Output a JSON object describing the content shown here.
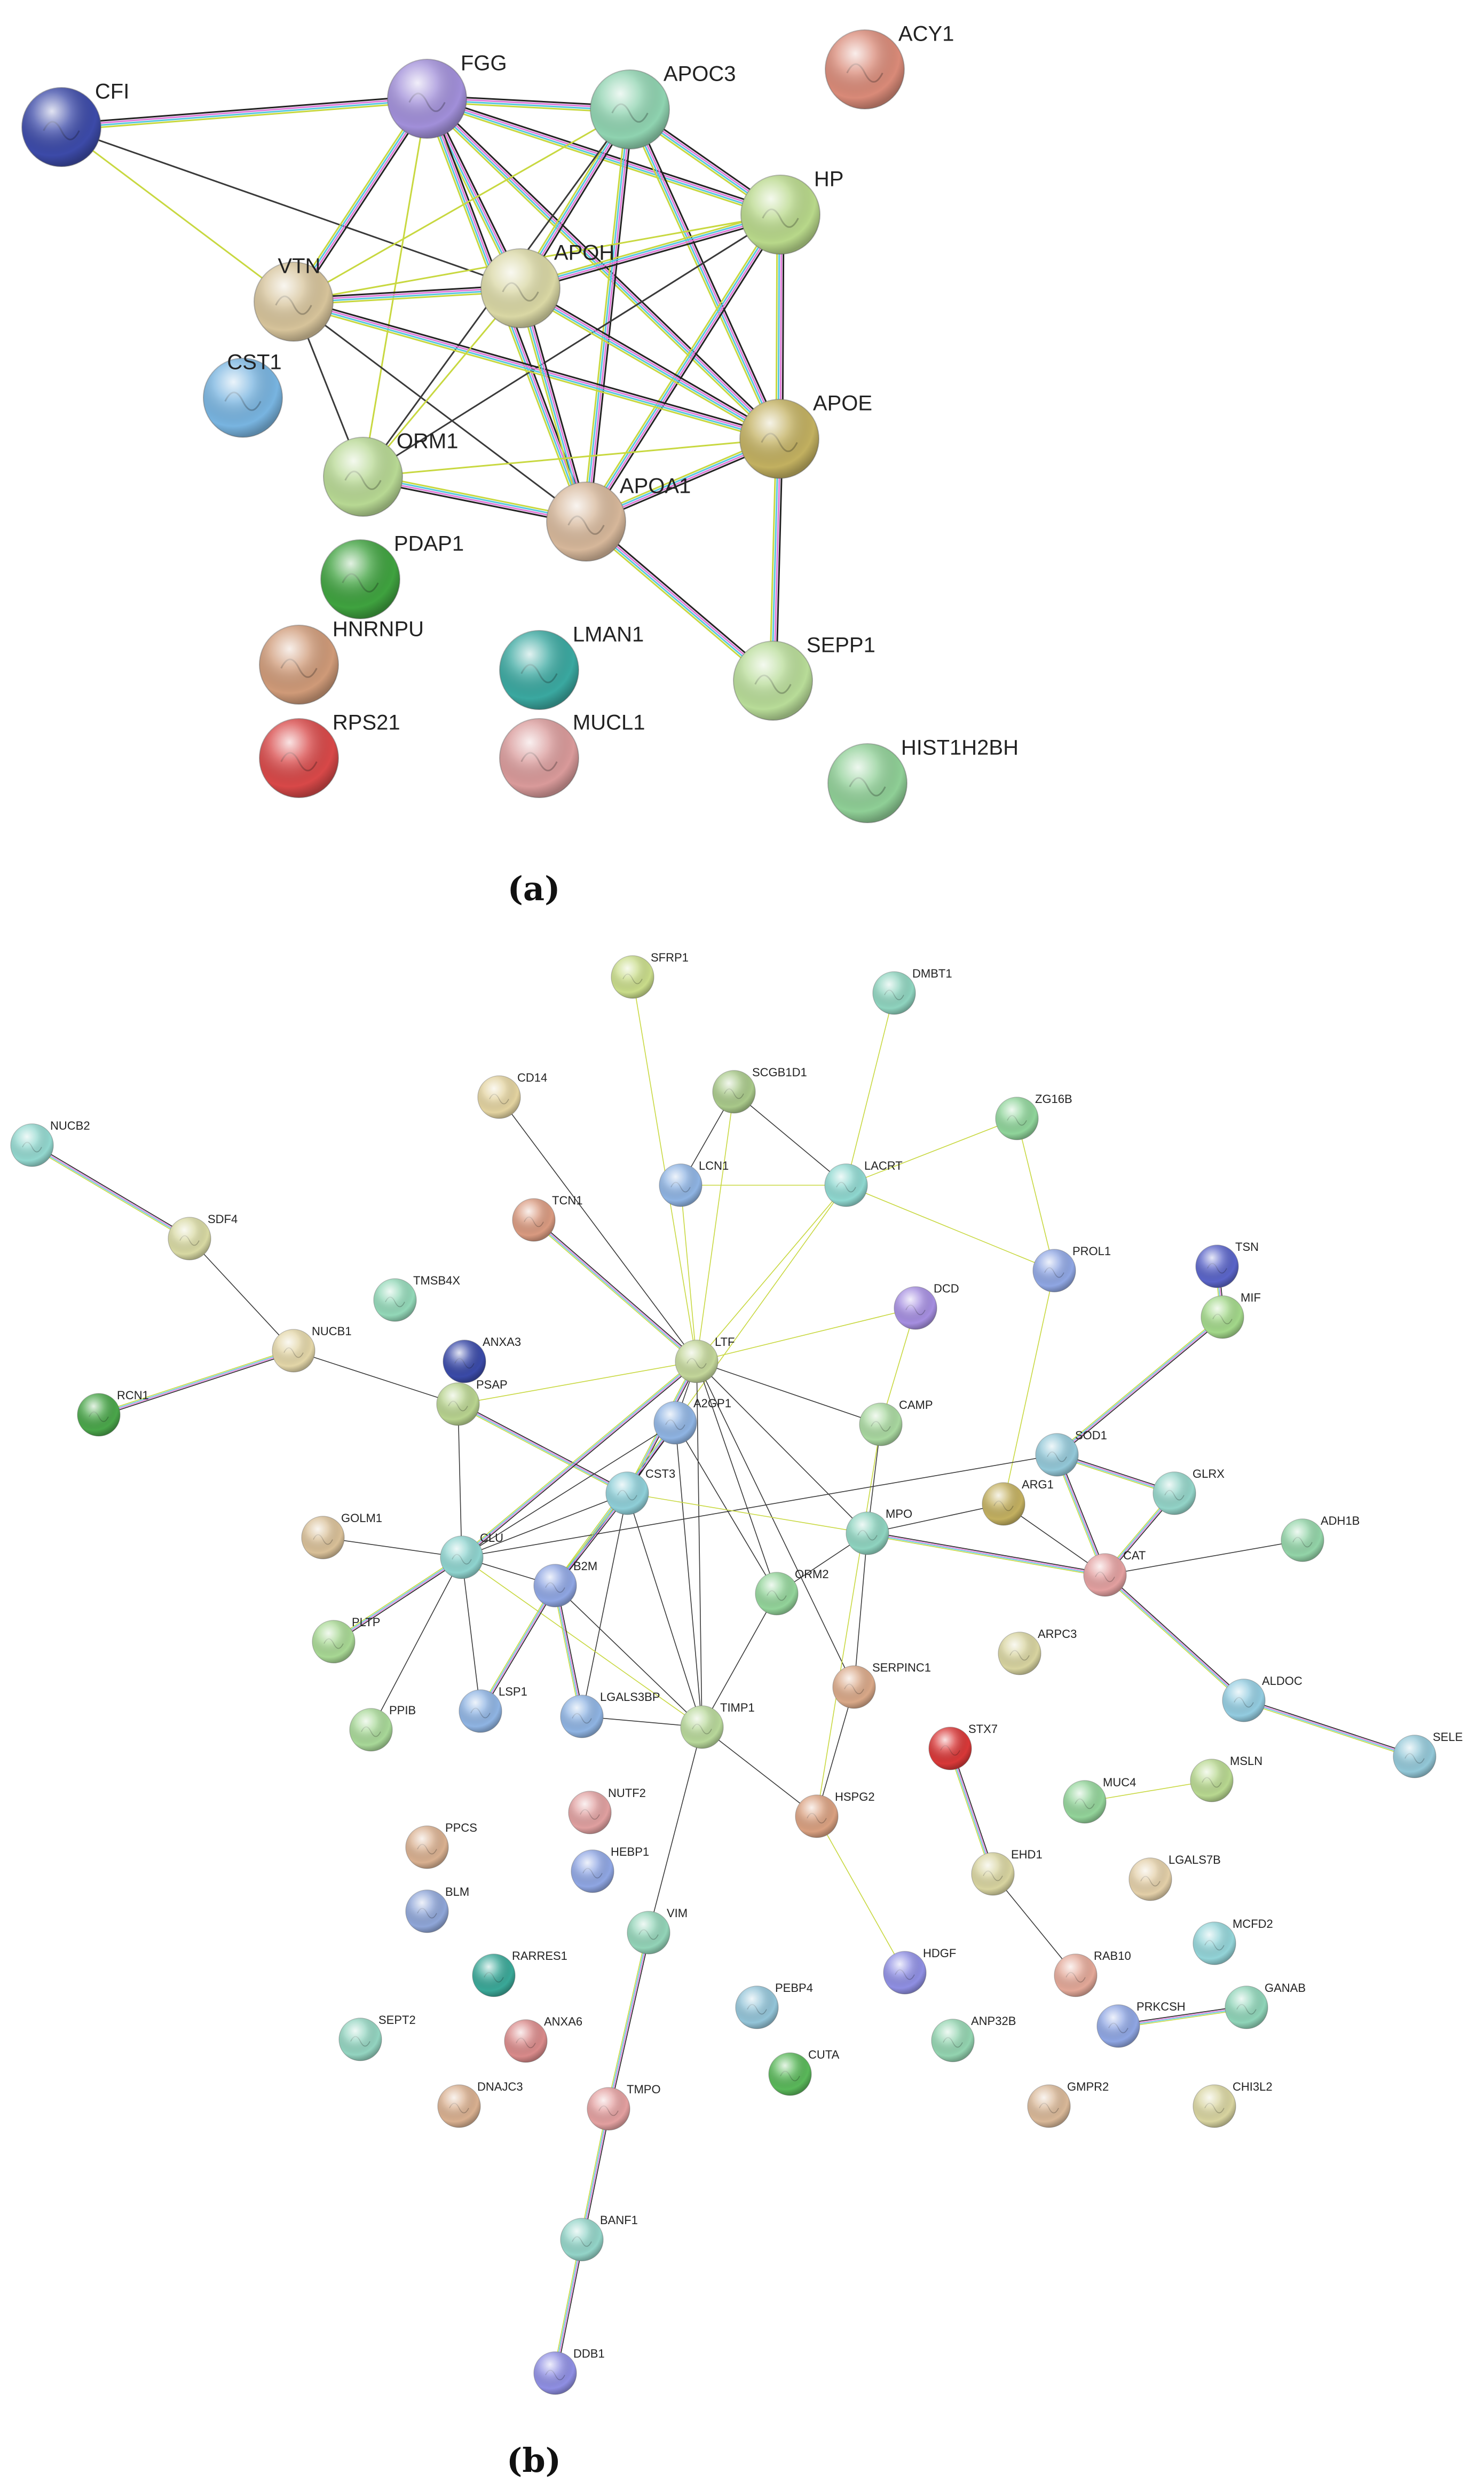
{
  "panels": [
    {
      "id": "a",
      "caption": "(a)",
      "node_radius": 74,
      "nodes": [
        {
          "id": "CFI",
          "label": "CFI",
          "color": "#3c4aa8"
        },
        {
          "id": "FGG",
          "label": "FGG",
          "color": "#a18fd9"
        },
        {
          "id": "APOC3",
          "label": "APOC3",
          "color": "#8fd3b0"
        },
        {
          "id": "ACY1",
          "label": "ACY1",
          "color": "#d98a78"
        },
        {
          "id": "HP",
          "label": "HP",
          "color": "#b8d88a"
        },
        {
          "id": "VTN",
          "label": "VTN",
          "color": "#d6c39a"
        },
        {
          "id": "APOH",
          "label": "APOH",
          "color": "#d9d7a4"
        },
        {
          "id": "CST1",
          "label": "CST1",
          "color": "#78b4e0"
        },
        {
          "id": "APOE",
          "label": "APOE",
          "color": "#c2b060"
        },
        {
          "id": "ORM1",
          "label": "ORM1",
          "color": "#b7d893"
        },
        {
          "id": "APOA1",
          "label": "APOA1",
          "color": "#d6b79a"
        },
        {
          "id": "PDAP1",
          "label": "PDAP1",
          "color": "#3fa23f"
        },
        {
          "id": "HNRNPU",
          "label": "HNRNPU",
          "color": "#cf9a78"
        },
        {
          "id": "LMAN1",
          "label": "LMAN1",
          "color": "#3aa8a0"
        },
        {
          "id": "SEPP1",
          "label": "SEPP1",
          "color": "#b8dc98"
        },
        {
          "id": "RPS21",
          "label": "RPS21",
          "color": "#d84848"
        },
        {
          "id": "MUCL1",
          "label": "MUCL1",
          "color": "#d99a9a"
        },
        {
          "id": "HIST1H2BH",
          "label": "HIST1H2BH",
          "color": "#8fcf96"
        }
      ],
      "edges": [
        [
          "CFI",
          "FGG",
          "multi"
        ],
        [
          "CFI",
          "VTN",
          "yellow"
        ],
        [
          "CFI",
          "APOH",
          "black"
        ],
        [
          "FGG",
          "APOC3",
          "multi"
        ],
        [
          "FGG",
          "HP",
          "multi"
        ],
        [
          "FGG",
          "VTN",
          "multi"
        ],
        [
          "FGG",
          "APOH",
          "multi"
        ],
        [
          "FGG",
          "APOE",
          "multi"
        ],
        [
          "FGG",
          "APOA1",
          "multi"
        ],
        [
          "FGG",
          "ORM1",
          "yellow"
        ],
        [
          "APOC3",
          "HP",
          "multi"
        ],
        [
          "APOC3",
          "APOH",
          "multi"
        ],
        [
          "APOC3",
          "APOE",
          "multi"
        ],
        [
          "APOC3",
          "APOA1",
          "multi"
        ],
        [
          "APOC3",
          "VTN",
          "yellow"
        ],
        [
          "APOC3",
          "ORM1",
          "black"
        ],
        [
          "HP",
          "APOH",
          "multi"
        ],
        [
          "HP",
          "APOE",
          "multi"
        ],
        [
          "HP",
          "APOA1",
          "multi"
        ],
        [
          "HP",
          "VTN",
          "yellow"
        ],
        [
          "HP",
          "ORM1",
          "black"
        ],
        [
          "VTN",
          "APOH",
          "multi"
        ],
        [
          "VTN",
          "APOE",
          "multi"
        ],
        [
          "VTN",
          "APOA1",
          "black"
        ],
        [
          "VTN",
          "ORM1",
          "black"
        ],
        [
          "APOH",
          "APOE",
          "multi"
        ],
        [
          "APOH",
          "APOA1",
          "multi"
        ],
        [
          "APOH",
          "ORM1",
          "yellow"
        ],
        [
          "APOE",
          "APOA1",
          "multi"
        ],
        [
          "APOE",
          "SEPP1",
          "multi"
        ],
        [
          "APOE",
          "ORM1",
          "yellow"
        ],
        [
          "APOA1",
          "ORM1",
          "multi"
        ],
        [
          "APOA1",
          "SEPP1",
          "multi"
        ]
      ]
    },
    {
      "id": "b",
      "caption": "(b)",
      "node_radius": 40,
      "nodes": [
        {
          "id": "SFRP1",
          "label": "SFRP1",
          "color": "#c9dc8a"
        },
        {
          "id": "DMBT1",
          "label": "DMBT1",
          "color": "#8fd4bf"
        },
        {
          "id": "CD14",
          "label": "CD14",
          "color": "#e3d3a0"
        },
        {
          "id": "SCGB1D1",
          "label": "SCGB1D1",
          "color": "#a9c98a"
        },
        {
          "id": "ZG16B",
          "label": "ZG16B",
          "color": "#8fd49a"
        },
        {
          "id": "NUCB2",
          "label": "NUCB2",
          "color": "#93d8cf"
        },
        {
          "id": "LCN1",
          "label": "LCN1",
          "color": "#8fb4e3"
        },
        {
          "id": "LACRT",
          "label": "LACRT",
          "color": "#8fd8d0"
        },
        {
          "id": "TCN1",
          "label": "TCN1",
          "color": "#d99a80"
        },
        {
          "id": "SDF4",
          "label": "SDF4",
          "color": "#d8d9a3"
        },
        {
          "id": "PROL1",
          "label": "PROL1",
          "color": "#8fa6e3"
        },
        {
          "id": "TSN",
          "label": "TSN",
          "color": "#5a64c8"
        },
        {
          "id": "TMSB4X",
          "label": "TMSB4X",
          "color": "#93d8b8"
        },
        {
          "id": "DCD",
          "label": "DCD",
          "color": "#a58ee0"
        },
        {
          "id": "MIF",
          "label": "MIF",
          "color": "#a3d88a"
        },
        {
          "id": "NUCB1",
          "label": "NUCB1",
          "color": "#e3d6a8"
        },
        {
          "id": "ANXA3",
          "label": "ANXA3",
          "color": "#3a4aa8"
        },
        {
          "id": "LTF",
          "label": "LTF",
          "color": "#c3d69a"
        },
        {
          "id": "PSAP",
          "label": "PSAP",
          "color": "#b8d38f"
        },
        {
          "id": "RCN1",
          "label": "RCN1",
          "color": "#4aa64a"
        },
        {
          "id": "A2GP1",
          "label": "A2GP1",
          "color": "#8fb4e3"
        },
        {
          "id": "CAMP",
          "label": "CAMP",
          "color": "#a9d8a0"
        },
        {
          "id": "SOD1",
          "label": "SOD1",
          "color": "#93c8d8"
        },
        {
          "id": "CST3",
          "label": "CST3",
          "color": "#8fcfd8"
        },
        {
          "id": "ARG1",
          "label": "ARG1",
          "color": "#c3b060"
        },
        {
          "id": "GLRX",
          "label": "GLRX",
          "color": "#93d4c8"
        },
        {
          "id": "GOLM1",
          "label": "GOLM1",
          "color": "#d9c098"
        },
        {
          "id": "MPO",
          "label": "MPO",
          "color": "#8fd4c0"
        },
        {
          "id": "ADH1B",
          "label": "ADH1B",
          "color": "#93d4a8"
        },
        {
          "id": "CLU",
          "label": "CLU",
          "color": "#8fd4cf"
        },
        {
          "id": "CAT",
          "label": "CAT",
          "color": "#e3a0a0"
        },
        {
          "id": "B2M",
          "label": "B2M",
          "color": "#8fa6e3"
        },
        {
          "id": "ORM2",
          "label": "ORM2",
          "color": "#93d49a"
        },
        {
          "id": "PLTP",
          "label": "PLTP",
          "color": "#a8d894"
        },
        {
          "id": "ARPC3",
          "label": "ARPC3",
          "color": "#d8d4a0"
        },
        {
          "id": "SERPINC1",
          "label": "SERPINC1",
          "color": "#d9a888"
        },
        {
          "id": "ALDOC",
          "label": "ALDOC",
          "color": "#93cce0"
        },
        {
          "id": "LSP1",
          "label": "LSP1",
          "color": "#8fb4e3"
        },
        {
          "id": "PPIB",
          "label": "PPIB",
          "color": "#a8d898"
        },
        {
          "id": "LGALS3BP",
          "label": "LGALS3BP",
          "color": "#8fb4e3"
        },
        {
          "id": "TIMP1",
          "label": "TIMP1",
          "color": "#b8d89a"
        },
        {
          "id": "STX7",
          "label": "STX7",
          "color": "#d83838"
        },
        {
          "id": "SELE",
          "label": "SELE",
          "color": "#93c8d8"
        },
        {
          "id": "MSLN",
          "label": "MSLN",
          "color": "#b8d890"
        },
        {
          "id": "MUC4",
          "label": "MUC4",
          "color": "#93d49a"
        },
        {
          "id": "NUTF2",
          "label": "NUTF2",
          "color": "#e0a0a0"
        },
        {
          "id": "HSPG2",
          "label": "HSPG2",
          "color": "#d9a080"
        },
        {
          "id": "PPCS",
          "label": "PPCS",
          "color": "#d9b090"
        },
        {
          "id": "HEBP1",
          "label": "HEBP1",
          "color": "#8fa6e3"
        },
        {
          "id": "EHD1",
          "label": "EHD1",
          "color": "#d8d4a0"
        },
        {
          "id": "LGALS7B",
          "label": "LGALS7B",
          "color": "#e3cfa8"
        },
        {
          "id": "BLM",
          "label": "BLM",
          "color": "#8fa6d8"
        },
        {
          "id": "VIM",
          "label": "VIM",
          "color": "#93d4b8"
        },
        {
          "id": "MCFD2",
          "label": "MCFD2",
          "color": "#93d4d8"
        },
        {
          "id": "RARRES1",
          "label": "RARRES1",
          "color": "#3aa898"
        },
        {
          "id": "HDGF",
          "label": "HDGF",
          "color": "#8f8fe3"
        },
        {
          "id": "RAB10",
          "label": "RAB10",
          "color": "#e3a898"
        },
        {
          "id": "PEBP4",
          "label": "PEBP4",
          "color": "#93c4d8"
        },
        {
          "id": "GANAB",
          "label": "GANAB",
          "color": "#8fd4b8"
        },
        {
          "id": "SEPT2",
          "label": "SEPT2",
          "color": "#93d4c0"
        },
        {
          "id": "ANXA6",
          "label": "ANXA6",
          "color": "#d98a8a"
        },
        {
          "id": "PRKCSH",
          "label": "PRKCSH",
          "color": "#8fa6e3"
        },
        {
          "id": "ANP32B",
          "label": "ANP32B",
          "color": "#93d4b0"
        },
        {
          "id": "CUTA",
          "label": "CUTA",
          "color": "#5ab85a"
        },
        {
          "id": "DNAJC3",
          "label": "DNAJC3",
          "color": "#d9b090"
        },
        {
          "id": "TMPO",
          "label": "TMPO",
          "color": "#e3a0a0"
        },
        {
          "id": "GMPR2",
          "label": "GMPR2",
          "color": "#d9b898"
        },
        {
          "id": "CHI3L2",
          "label": "CHI3L2",
          "color": "#d8d4a0"
        },
        {
          "id": "BANF1",
          "label": "BANF1",
          "color": "#93d4c8"
        },
        {
          "id": "DDB1",
          "label": "DDB1",
          "color": "#8f8fe3"
        }
      ],
      "edges": [
        [
          "NUCB2",
          "SDF4",
          "multi"
        ],
        [
          "SDF4",
          "NUCB1",
          "black"
        ],
        [
          "NUCB1",
          "RCN1",
          "multi"
        ],
        [
          "NUCB1",
          "PSAP",
          "black"
        ],
        [
          "PSAP",
          "CLU",
          "black"
        ],
        [
          "PSAP",
          "CST3",
          "multi"
        ],
        [
          "PSAP",
          "LTF",
          "yellow"
        ],
        [
          "SFRP1",
          "LTF",
          "yellow"
        ],
        [
          "DMBT1",
          "LACRT",
          "yellow"
        ],
        [
          "CD14",
          "LTF",
          "black"
        ],
        [
          "TCN1",
          "LTF",
          "multi"
        ],
        [
          "SCGB1D1",
          "LCN1",
          "black"
        ],
        [
          "SCGB1D1",
          "LACRT",
          "black"
        ],
        [
          "SCGB1D1",
          "LTF",
          "yellow"
        ],
        [
          "LCN1",
          "LACRT",
          "yellow"
        ],
        [
          "LCN1",
          "LTF",
          "yellow"
        ],
        [
          "LACRT",
          "LTF",
          "yellow"
        ],
        [
          "LACRT",
          "ZG16B",
          "yellow"
        ],
        [
          "LACRT",
          "PROL1",
          "yellow"
        ],
        [
          "LACRT",
          "A2GP1",
          "yellow"
        ],
        [
          "ZG16B",
          "PROL1",
          "yellow"
        ],
        [
          "PROL1",
          "ARG1",
          "yellow"
        ],
        [
          "DCD",
          "LTF",
          "yellow"
        ],
        [
          "DCD",
          "CAMP",
          "yellow"
        ],
        [
          "TSN",
          "MIF",
          "multi"
        ],
        [
          "MIF",
          "SOD1",
          "multi"
        ],
        [
          "LTF",
          "A2GP1",
          "black"
        ],
        [
          "LTF",
          "CAMP",
          "black"
        ],
        [
          "LTF",
          "CST3",
          "multi"
        ],
        [
          "LTF",
          "CLU",
          "multi"
        ],
        [
          "LTF",
          "MPO",
          "black"
        ],
        [
          "LTF",
          "ORM2",
          "black"
        ],
        [
          "LTF",
          "TIMP1",
          "black"
        ],
        [
          "LTF",
          "SERPINC1",
          "black"
        ],
        [
          "A2GP1",
          "CST3",
          "black"
        ],
        [
          "A2GP1",
          "B2M",
          "multi"
        ],
        [
          "A2GP1",
          "TIMP1",
          "black"
        ],
        [
          "A2GP1",
          "ORM2",
          "black"
        ],
        [
          "A2GP1",
          "CLU",
          "black"
        ],
        [
          "CAMP",
          "MPO",
          "black"
        ],
        [
          "CAMP",
          "HSPG2",
          "yellow"
        ],
        [
          "SOD1",
          "CAT",
          "multi"
        ],
        [
          "SOD1",
          "GLRX",
          "multi"
        ],
        [
          "SOD1",
          "CLU",
          "black"
        ],
        [
          "ARG1",
          "MPO",
          "black"
        ],
        [
          "ARG1",
          "CAT",
          "black"
        ],
        [
          "GLRX",
          "CAT",
          "multi"
        ],
        [
          "MPO",
          "CAT",
          "multi"
        ],
        [
          "MPO",
          "CST3",
          "yellow"
        ],
        [
          "MPO",
          "ORM2",
          "black"
        ],
        [
          "MPO",
          "SERPINC1",
          "black"
        ],
        [
          "CAT",
          "ADH1B",
          "black"
        ],
        [
          "CAT",
          "ALDOC",
          "multi"
        ],
        [
          "ALDOC",
          "SELE",
          "multi"
        ],
        [
          "CST3",
          "CLU",
          "black"
        ],
        [
          "CST3",
          "B2M",
          "multi"
        ],
        [
          "CST3",
          "TIMP1",
          "black"
        ],
        [
          "CST3",
          "LGALS3BP",
          "black"
        ],
        [
          "GOLM1",
          "CLU",
          "black"
        ],
        [
          "CLU",
          "PLTP",
          "multi"
        ],
        [
          "CLU",
          "B2M",
          "black"
        ],
        [
          "CLU",
          "LSP1",
          "black"
        ],
        [
          "CLU",
          "TIMP1",
          "yellow"
        ],
        [
          "CLU",
          "PPIB",
          "black"
        ],
        [
          "B2M",
          "LSP1",
          "multi"
        ],
        [
          "B2M",
          "LGALS3BP",
          "multi"
        ],
        [
          "B2M",
          "TIMP1",
          "black"
        ],
        [
          "ORM2",
          "TIMP1",
          "black"
        ],
        [
          "SERPINC1",
          "HSPG2",
          "black"
        ],
        [
          "LGALS3BP",
          "TIMP1",
          "black"
        ],
        [
          "TIMP1",
          "HSPG2",
          "black"
        ],
        [
          "TIMP1",
          "VIM",
          "black"
        ],
        [
          "HSPG2",
          "HDGF",
          "yellow"
        ],
        [
          "STX7",
          "EHD1",
          "multi"
        ],
        [
          "EHD1",
          "RAB10",
          "black"
        ],
        [
          "MUC4",
          "MSLN",
          "yellow"
        ],
        [
          "PRKCSH",
          "GANAB",
          "multi"
        ],
        [
          "VIM",
          "TMPO",
          "multi"
        ],
        [
          "TMPO",
          "BANF1",
          "multi"
        ],
        [
          "BANF1",
          "DDB1",
          "multi"
        ]
      ]
    }
  ]
}
